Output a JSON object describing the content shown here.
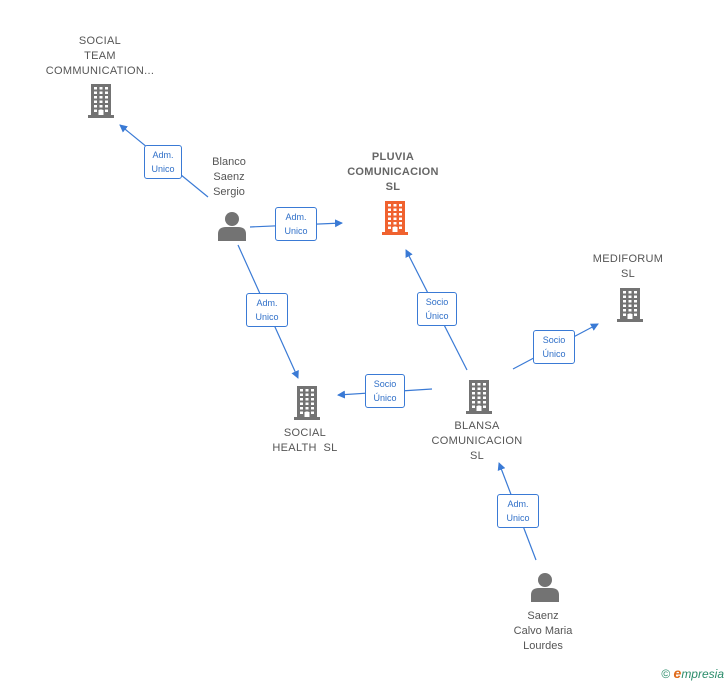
{
  "nodes": {
    "social_team": {
      "label_lines": [
        "SOCIAL",
        "TEAM",
        "COMMUNICATION..."
      ],
      "type": "company",
      "color": "#737373"
    },
    "pluvia": {
      "label_lines": [
        "PLUVIA",
        "COMUNICACION",
        "SL"
      ],
      "type": "company",
      "color": "#f0622f",
      "focus": true
    },
    "mediforum": {
      "label_lines": [
        "MEDIFORUM",
        "SL"
      ],
      "type": "company",
      "color": "#737373"
    },
    "social_health": {
      "label_lines": [
        "SOCIAL",
        "HEALTH  SL"
      ],
      "type": "company",
      "color": "#737373"
    },
    "blansa": {
      "label_lines": [
        "BLANSA",
        "COMUNICACION",
        "SL"
      ],
      "type": "company",
      "color": "#737373"
    },
    "blanco": {
      "label_lines": [
        "Blanco",
        "Saenz",
        "Sergio"
      ],
      "type": "person",
      "color": "#737373"
    },
    "saenz": {
      "label_lines": [
        "Saenz",
        "Calvo Maria",
        "Lourdes"
      ],
      "type": "person",
      "color": "#737373"
    }
  },
  "edges": [
    {
      "id": "e1",
      "from": "blanco",
      "to": "social_team",
      "label_lines": [
        "Adm.",
        "Unico"
      ]
    },
    {
      "id": "e2",
      "from": "blanco",
      "to": "pluvia",
      "label_lines": [
        "Adm.",
        "Unico"
      ]
    },
    {
      "id": "e3",
      "from": "blanco",
      "to": "social_health",
      "label_lines": [
        "Adm.",
        "Unico"
      ]
    },
    {
      "id": "e4",
      "from": "blansa",
      "to": "pluvia",
      "label_lines": [
        "Socio",
        "Único"
      ]
    },
    {
      "id": "e5",
      "from": "blansa",
      "to": "mediforum",
      "label_lines": [
        "Socio",
        "Único"
      ]
    },
    {
      "id": "e6",
      "from": "blansa",
      "to": "social_health",
      "label_lines": [
        "Socio",
        "Único"
      ]
    },
    {
      "id": "e7",
      "from": "saenz",
      "to": "blansa",
      "label_lines": [
        "Adm.",
        "Unico"
      ]
    }
  ],
  "colors": {
    "edge": "#3a7ad5",
    "badge_text": "#2f6fc8"
  },
  "footer": {
    "copyright_symbol": "©",
    "brand_initial": "e",
    "brand_rest": "mpresia"
  }
}
